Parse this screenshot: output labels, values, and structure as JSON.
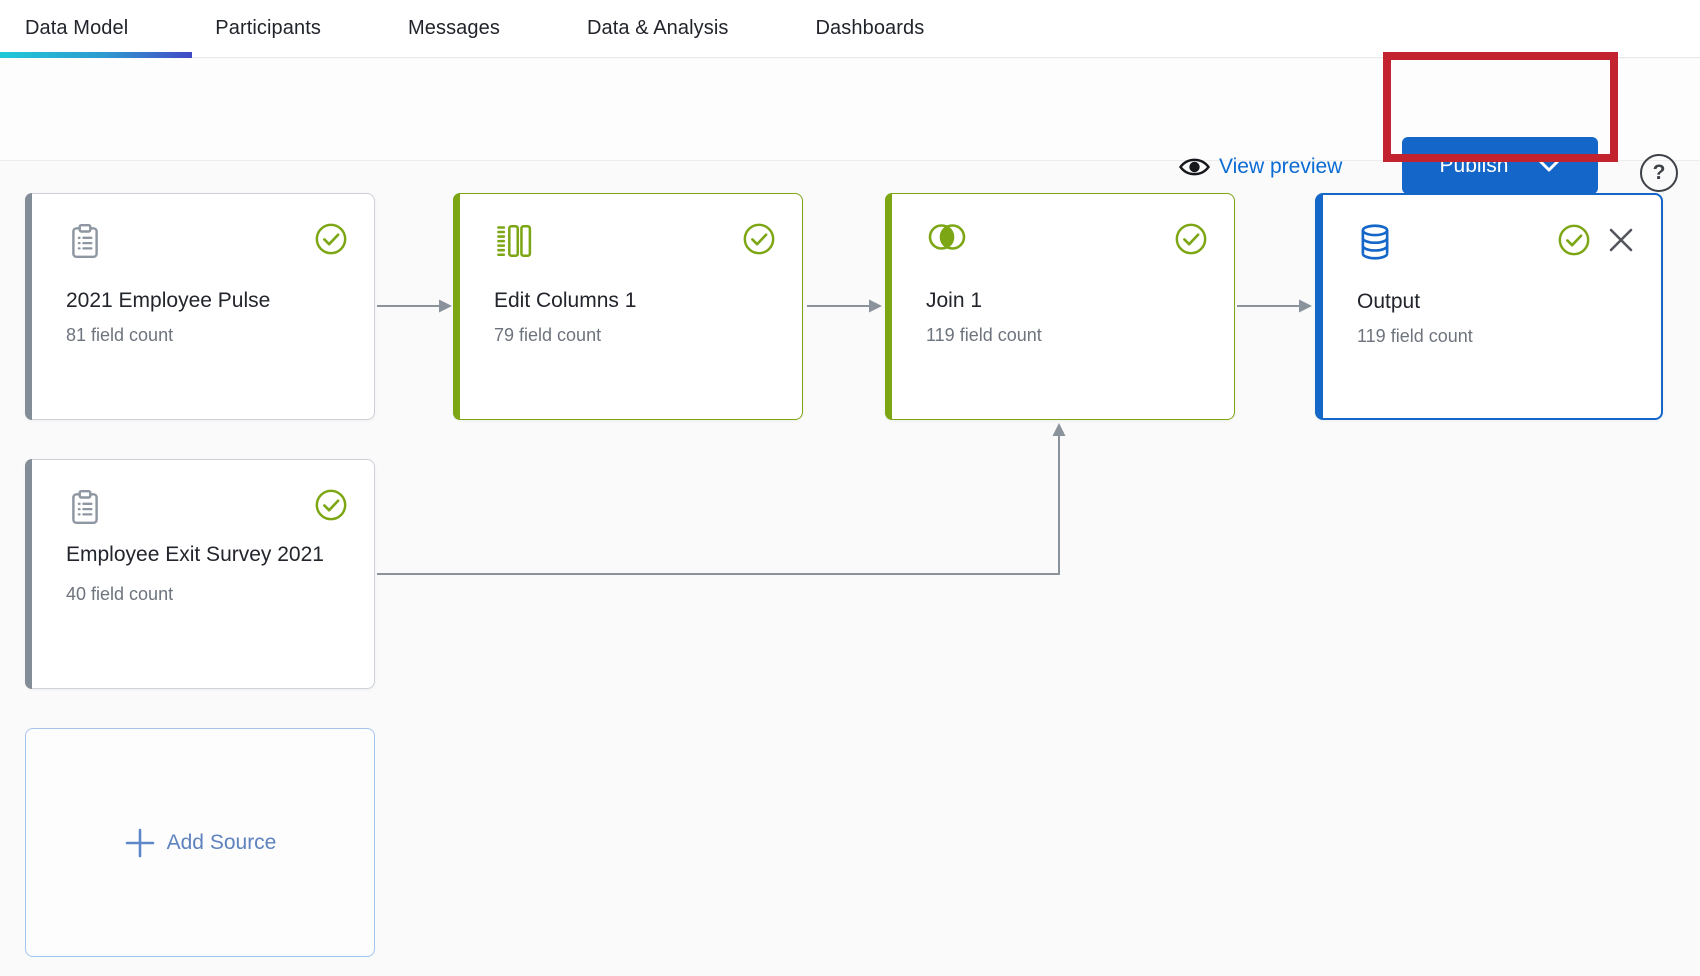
{
  "tabs": {
    "items": [
      {
        "label": "Data Model",
        "active": true
      },
      {
        "label": "Participants",
        "active": false
      },
      {
        "label": "Messages",
        "active": false
      },
      {
        "label": "Data & Analysis",
        "active": false
      },
      {
        "label": "Dashboards",
        "active": false
      }
    ]
  },
  "toolbar": {
    "view_preview_label": "View preview",
    "publish_label": "Publish",
    "help_label": "?"
  },
  "canvas": {
    "nodes": [
      {
        "title": "2021 Employee Pulse",
        "subtitle": "81 field count",
        "icon": "clipboard-icon",
        "accent": "gray",
        "status": "success"
      },
      {
        "title": "Edit Columns 1",
        "subtitle": "79 field count",
        "icon": "edit-columns-icon",
        "accent": "green",
        "status": "success"
      },
      {
        "title": "Join 1",
        "subtitle": "119 field count",
        "icon": "join-icon",
        "accent": "green",
        "status": "success"
      },
      {
        "title": "Output",
        "subtitle": "119 field count",
        "icon": "database-icon",
        "accent": "blue",
        "status": "success",
        "closable": true
      },
      {
        "title": "Employee Exit Survey 2021",
        "subtitle": "40 field count",
        "icon": "clipboard-icon",
        "accent": "gray",
        "status": "success"
      }
    ],
    "add_source_label": "Add Source"
  },
  "colors": {
    "success_green": "#7CA614",
    "node_blue": "#1467C8",
    "node_gray_accent": "#838D98",
    "annotation_red": "#C2232E",
    "link_blue": "#0B6BD4",
    "connector_gray": "#8A929C",
    "tab_underline_gradient": [
      "#1FC9D7",
      "#4348C6"
    ]
  }
}
